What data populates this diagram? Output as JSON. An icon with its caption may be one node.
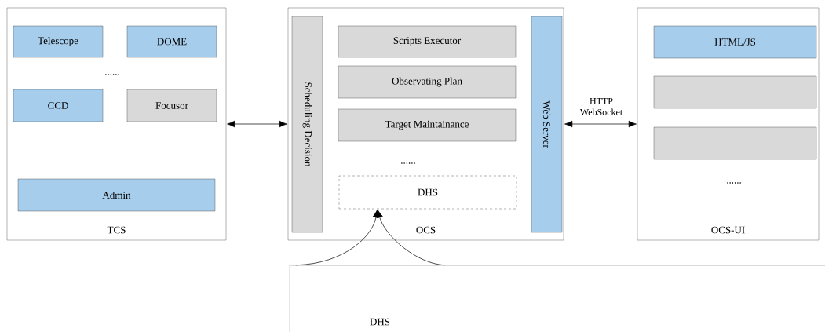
{
  "diagram": {
    "nodes": [
      {
        "text": [
          "TCS"
        ]
      },
      {
        "text": [
          "Telescope"
        ],
        "in": 0
      },
      {
        "text": [
          "DOME"
        ],
        "in": 0
      },
      {
        "text": [
          "CCD"
        ],
        "in": 0
      },
      {
        "text": [
          "Focusor"
        ],
        "in": 0
      },
      {
        "text": [
          "Admin"
        ],
        "in": 0
      },
      {
        "text": [
          "OCS"
        ]
      },
      {
        "text": [
          "Scheduling Decision"
        ],
        "in": 6
      },
      {
        "text": [
          "Scripts Executor"
        ],
        "in": 6
      },
      {
        "text": [
          "Observating Plan"
        ],
        "in": 6
      },
      {
        "text": [
          "Target Maintainance"
        ],
        "in": 6
      },
      {
        "text": [
          "DHS"
        ],
        "in": 6
      },
      {
        "text": [
          "Web Server"
        ],
        "in": 6
      },
      {
        "text": [
          "OCS-UI"
        ]
      },
      {
        "text": [
          "HTML/JS"
        ],
        "in": 13
      },
      {
        "text": [],
        "shape": "box",
        "in": 13
      },
      {
        "text": [],
        "shape": "box",
        "in": 13
      },
      {
        "text": [
          "DHS"
        ]
      }
    ],
    "edges": [
      {
        "from": 0,
        "to": 6,
        "arrow": "both"
      },
      {
        "from": 6,
        "to": 13,
        "arrow": "both",
        "label": "HTTP WebSocket"
      },
      {
        "from": 17,
        "to": 11,
        "arrow": "to"
      },
      {
        "from": 17,
        "to": 11,
        "arrow": "to"
      }
    ],
    "labels": [
      "......",
      "......",
      "......"
    ]
  }
}
